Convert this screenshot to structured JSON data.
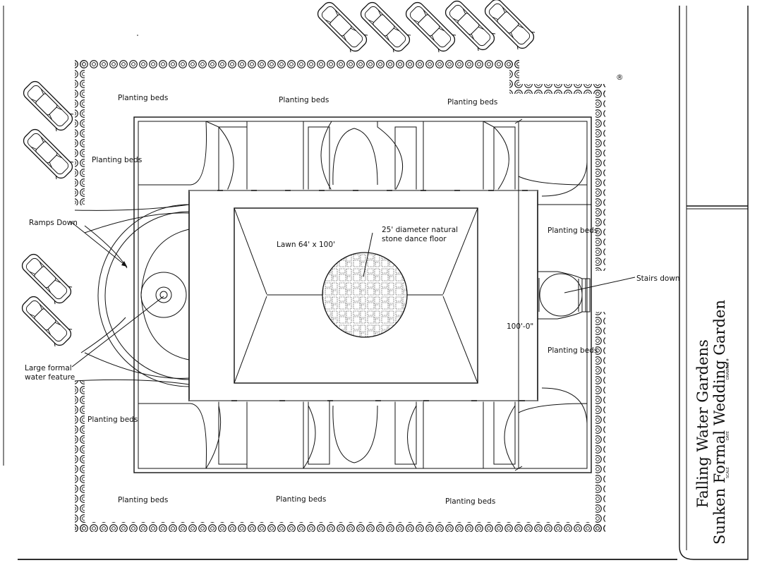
{
  "labels": {
    "planting_top_left": "Planting beds",
    "planting_top_mid": "Planting beds",
    "planting_top_right": "Planting beds",
    "planting_left_upper": "Planting beds",
    "planting_right_upper": "Planting beds",
    "planting_right_lower": "Planting beds",
    "planting_left_lower": "Planting beds",
    "planting_bottom_left": "Planting beds",
    "planting_bottom_mid": "Planting beds",
    "planting_bottom_right": "Planting beds",
    "ramps_down": "Ramps Down",
    "water_feature_line1": "Large formal",
    "water_feature_line2": "water feature",
    "lawn": "Lawn 64' x 100'",
    "dance_floor_line1": "25' diameter natural",
    "dance_floor_line2": "stone dance floor",
    "stairs_down": "Stairs down",
    "dimension": "100'-0\"",
    "registered_mark": "®"
  },
  "title_block": {
    "line1": "Falling Water Gardens",
    "line2": "Sunken Formal Wedding Garden",
    "scale_label": "SCALE",
    "date_label": "DATE",
    "drawing_label": "DRAWING #"
  }
}
